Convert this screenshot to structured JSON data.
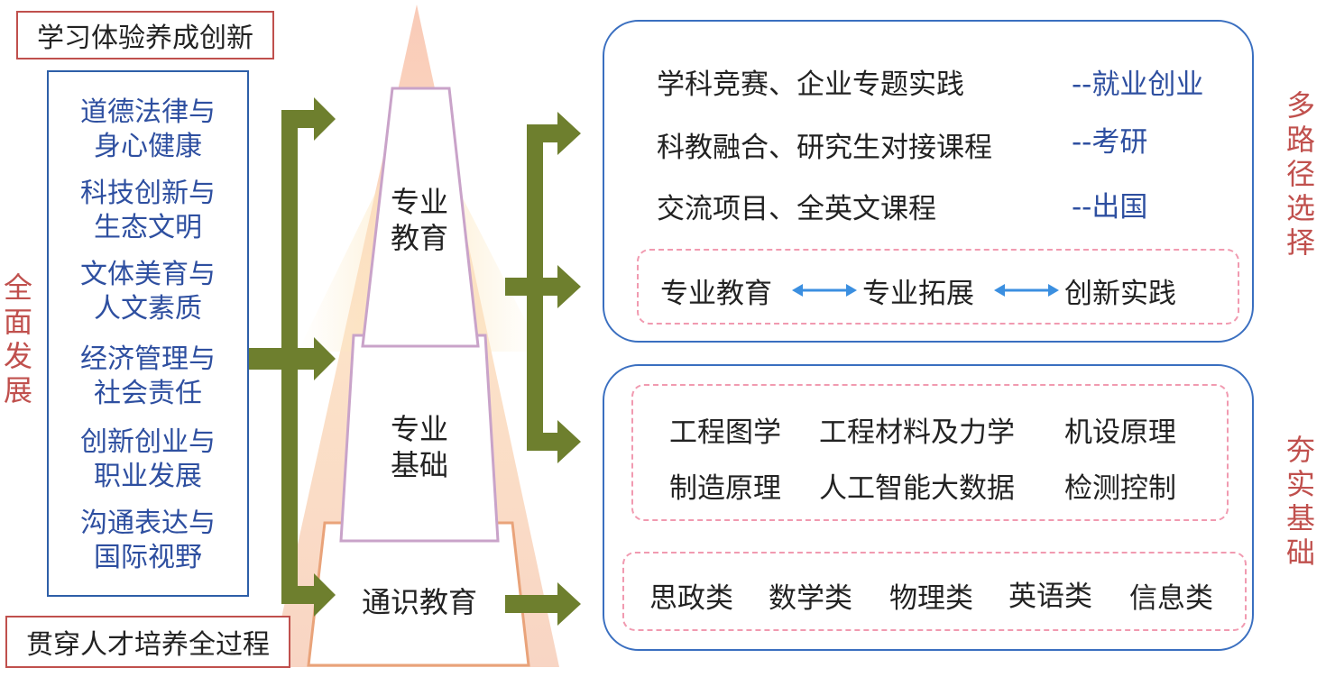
{
  "top_left_label": "学习体验养成创新",
  "bottom_left_label": "贯穿人才培养全过程",
  "left_side_label": "全面发展",
  "left_items": [
    [
      "道德法律与",
      "身心健康"
    ],
    [
      "科技创新与",
      "生态文明"
    ],
    [
      "文体美育与",
      "人文素质"
    ],
    [
      "经济管理与",
      "社会责任"
    ],
    [
      "创新创业与",
      "职业发展"
    ],
    [
      "沟通表达与",
      "国际视野"
    ]
  ],
  "tower": {
    "top": [
      "专业",
      "教育"
    ],
    "middle": [
      "专业",
      "基础"
    ],
    "bottom": "通识教育"
  },
  "upper_panel": {
    "rows": [
      {
        "activity": "学科竞赛、企业专题实践",
        "outcome": "--就业创业"
      },
      {
        "activity": "科教融合、研究生对接课程",
        "outcome": "--考研"
      },
      {
        "activity": "交流项目、全英文课程",
        "outcome": "--出国"
      }
    ],
    "chain": [
      "专业教育",
      "专业拓展",
      "创新实践"
    ]
  },
  "right_top_label": "多路径选择",
  "right_bottom_label": "夯实基础",
  "courses": {
    "row1": [
      "工程图学",
      "工程材料及力学",
      "机设原理"
    ],
    "row2": [
      "制造原理",
      "人工智能大数据",
      "检测控制"
    ]
  },
  "general_courses": [
    "思政类",
    "数学类",
    "物理类",
    "英语类",
    "信息类"
  ],
  "colors": {
    "arrow": "#6e7f2e",
    "red": "#c0504d",
    "blue": "#2e4fa0",
    "panel_border": "#3a6fc0",
    "dash": "#f19ab0"
  }
}
